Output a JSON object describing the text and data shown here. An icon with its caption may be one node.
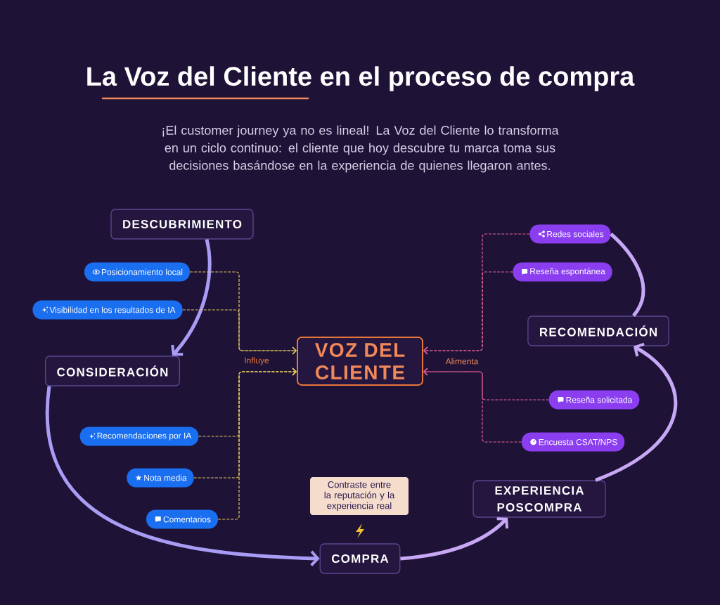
{
  "diagram": {
    "title": "La Voz del Cliente en el proceso de compra",
    "caption": "¡El customer journey ya no es lineal! La Voz del Cliente lo transforma en un ciclo continuo: el cliente que hoy descubre tu marca toma sus decisiones basándose en la experiencia de quienes llegaron antes.",
    "nodes": [
      {
        "text": [
          "DESCUBRIMIENTO"
        ]
      },
      {
        "text": [
          "Posicionamiento local"
        ]
      },
      {
        "text": [
          "Visibilidad en los resultados de IA"
        ]
      },
      {
        "text": [
          "CONSIDERACIÓN"
        ]
      },
      {
        "text": [
          "VOZ DEL CLIENTE"
        ]
      },
      {
        "text": [
          "Recomendaciones por IA"
        ]
      },
      {
        "text": [
          "Nota media"
        ]
      },
      {
        "text": [
          "Comentarios"
        ]
      },
      {
        "text": [
          "Contraste entre la reputación y la experiencia real"
        ]
      },
      {
        "text": [
          "COMPRA"
        ]
      },
      {
        "text": [
          "EXPERIENCIA POSCOMPRA"
        ]
      },
      {
        "text": [
          "Encuesta CSAT/NPS"
        ]
      },
      {
        "text": [
          "Reseña solicitada"
        ]
      },
      {
        "text": [
          "RECOMENDACIÓN"
        ]
      },
      {
        "text": [
          "Reseña espontánea"
        ]
      },
      {
        "text": [
          "Redes sociales"
        ]
      }
    ],
    "edges": [
      {
        "from": 0,
        "to": 3,
        "arrow": "to",
        "style": "thick",
        "color": "#a99cf5"
      },
      {
        "from": 3,
        "to": 9,
        "arrow": "to",
        "style": "thick",
        "color": "#a99cf5"
      },
      {
        "from": 9,
        "to": 10,
        "arrow": "to",
        "style": "thick",
        "color": "#c6a8f5"
      },
      {
        "from": 10,
        "to": 13,
        "arrow": "to",
        "style": "thick",
        "color": "#c6a8f5"
      },
      {
        "from": 13,
        "to": 15,
        "arrow": "none",
        "style": "thick",
        "color": "#c6a8f5"
      },
      {
        "from": 1,
        "to": 4,
        "arrow": "to",
        "style": "dashed",
        "color": "#e0c860"
      },
      {
        "from": 2,
        "to": 4,
        "arrow": "to",
        "style": "dashed",
        "color": "#e0c860"
      },
      {
        "from": 5,
        "to": 4,
        "arrow": "to",
        "style": "dashed",
        "color": "#e0c860"
      },
      {
        "from": 6,
        "to": 4,
        "arrow": "to",
        "style": "dashed",
        "color": "#e0c860"
      },
      {
        "from": 7,
        "to": 4,
        "arrow": "to",
        "style": "dashed",
        "color": "#e0c860"
      },
      {
        "from": 15,
        "to": 4,
        "arrow": "to",
        "style": "dashed",
        "color": "#e8609a"
      },
      {
        "from": 14,
        "to": 4,
        "arrow": "to",
        "style": "dashed",
        "color": "#e8609a"
      },
      {
        "from": 12,
        "to": 4,
        "arrow": "to",
        "style": "dashed",
        "color": "#e8609a"
      },
      {
        "from": 11,
        "to": 4,
        "arrow": "to",
        "style": "dashed",
        "color": "#e8609a"
      }
    ],
    "labels": [
      "Influye",
      "Alimenta"
    ]
  }
}
